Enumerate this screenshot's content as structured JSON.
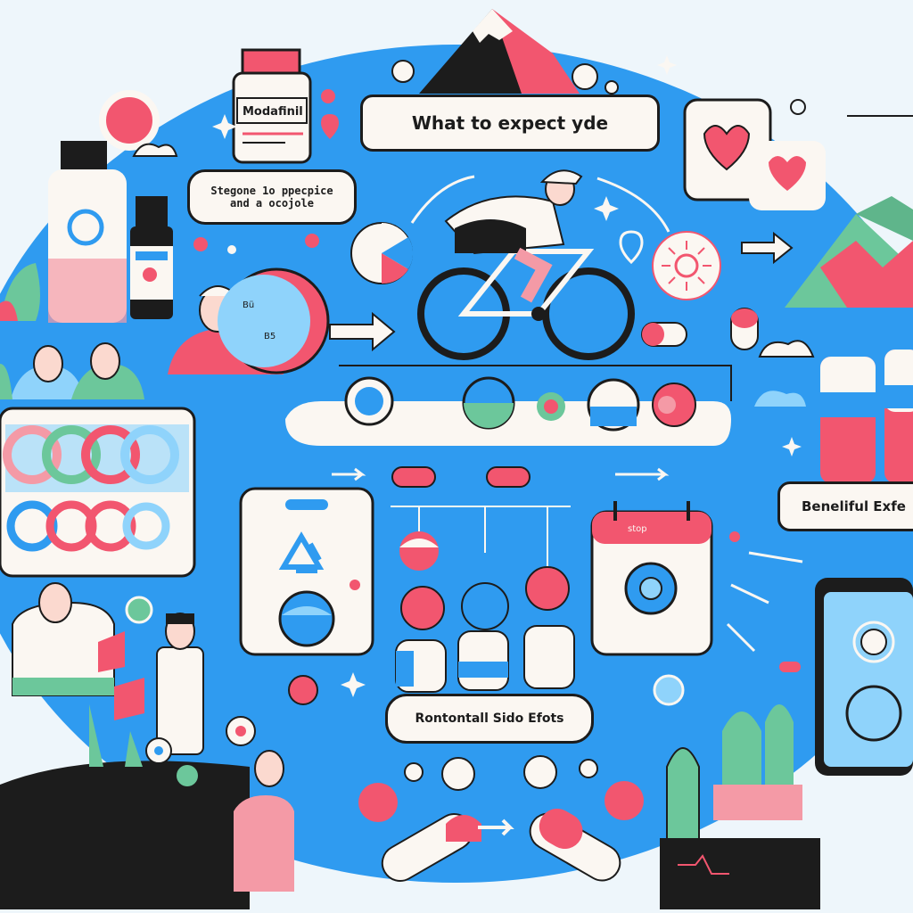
{
  "labels": {
    "bottle_label": "Modafinil",
    "title": "What to expect yde",
    "stages_line1": "Stegone 1o ppecpice",
    "stages_line2": "and a ocojole",
    "beneficial": "Beneliful Exfe",
    "side_effects": "Rontontall Sido Efots",
    "calendar_tag": "stop",
    "face_tag_1": "Bü",
    "face_tag_2": "B5"
  },
  "colors": {
    "background": "#eef6fb",
    "blob": "#2f9bf0",
    "accent_pink": "#f2566f",
    "accent_green": "#6cc79b",
    "cream": "#fbf7f2",
    "ink": "#1c1c1c",
    "light_blue": "#8fd3fb"
  },
  "icons": [
    "medicine-bottle-icon",
    "dropper-bottle-icon",
    "bicycle-icon",
    "cyclist-icon",
    "heart-broken-icon",
    "sun-icon",
    "recycle-icon",
    "calendar-icon",
    "tablet-icon",
    "capsule-icon",
    "mountain-icon",
    "pie-chart-icon"
  ]
}
